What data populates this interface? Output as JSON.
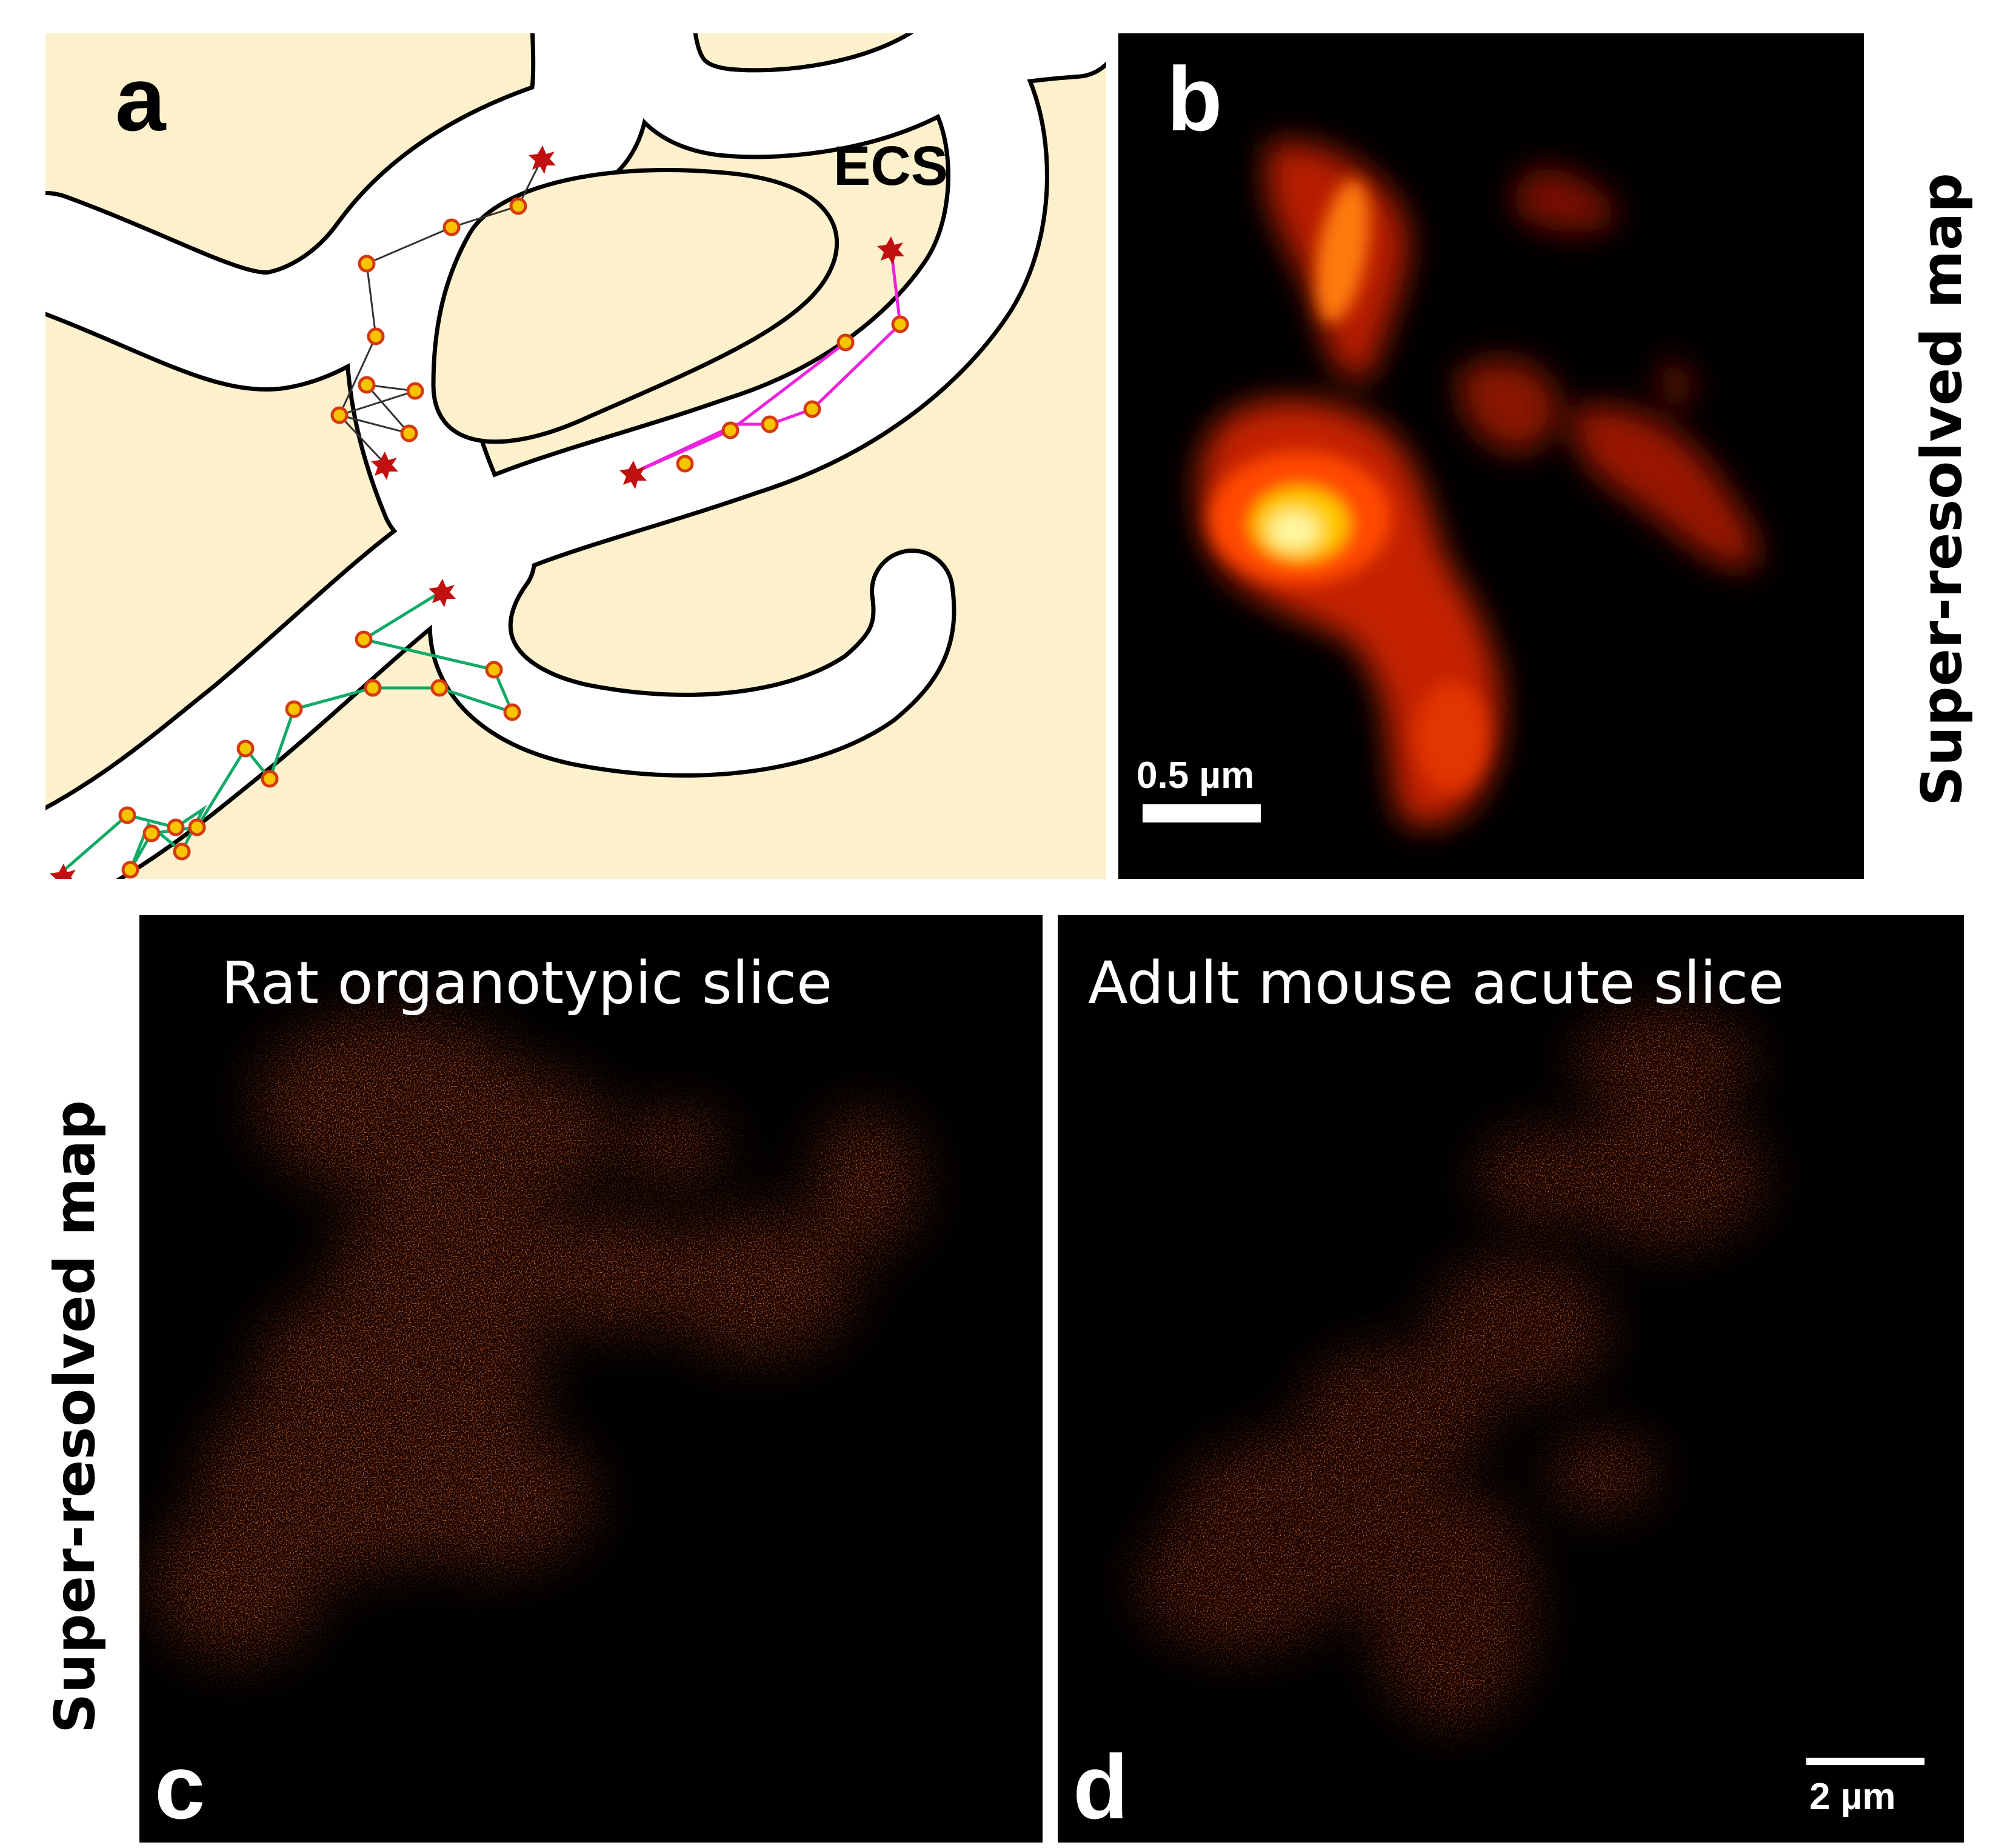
{
  "panels": {
    "a": {
      "letter": "a",
      "label_ecs": "ECS",
      "colors": {
        "cell": "#fdf0cc",
        "ecs": "#ffffff",
        "outline": "#000000",
        "track_black": "#333333",
        "track_magenta": "#ee22dd",
        "track_green": "#11aa66",
        "molecule_fill": "#f7c400",
        "molecule_stroke": "#d43a10",
        "star": "#c11010"
      }
    },
    "b": {
      "letter": "b",
      "scale_label": "0.5 µm",
      "side_label": "Super-resolved map"
    },
    "c": {
      "letter": "c",
      "title": "Rat organotypic slice",
      "side_label": "Super-resolved map"
    },
    "d": {
      "letter": "d",
      "title": "Adult mouse acute slice",
      "scale_label": "2 µm"
    }
  },
  "icons": {
    "molecule": "circle-icon",
    "entry_point": "star-icon"
  }
}
